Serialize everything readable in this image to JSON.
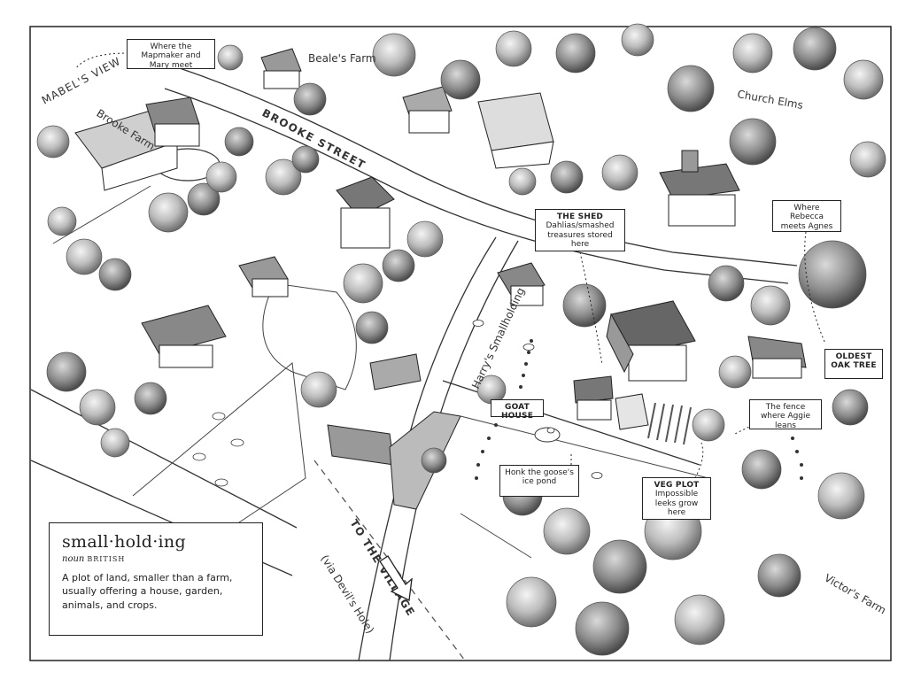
{
  "place_labels": {
    "mabels_view": "MABEL'S VIEW",
    "brooke_farm": "Brooke Farm",
    "beales_farm": "Beale's Farm",
    "brooke_street": "BROOKE STREET",
    "church_elms": "Church Elms",
    "harrys_smallholding": "Harry's Smallholding",
    "to_the_village": "TO THE VILLAGE",
    "via_devils_hole": "(via Devil's Hole)",
    "victors_farm": "Victor's Farm"
  },
  "callouts": {
    "mapmaker": "Where the Mapmaker and Mary meet",
    "shed_title": "THE SHED",
    "shed_text": "Dahlias/smashed treasures stored here",
    "rebecca": "Where Rebecca meets Agnes",
    "oldest_oak": "OLDEST OAK TREE",
    "goat_house": "GOAT HOUSE",
    "fence": "The fence where Aggie leans",
    "honk": "Honk the goose's ice pond",
    "veg_title": "VEG PLOT",
    "veg_text": "Impossible leeks grow here"
  },
  "definition": {
    "word": "small·hold·ing",
    "part_of_speech": "noun",
    "region": "BRITISH",
    "text": "A plot of land, smaller than a farm, usually offering a house, garden, animals, and crops."
  },
  "colors": {
    "ink": "#222222",
    "shade": "#9a9a9a",
    "paper": "#ffffff"
  }
}
